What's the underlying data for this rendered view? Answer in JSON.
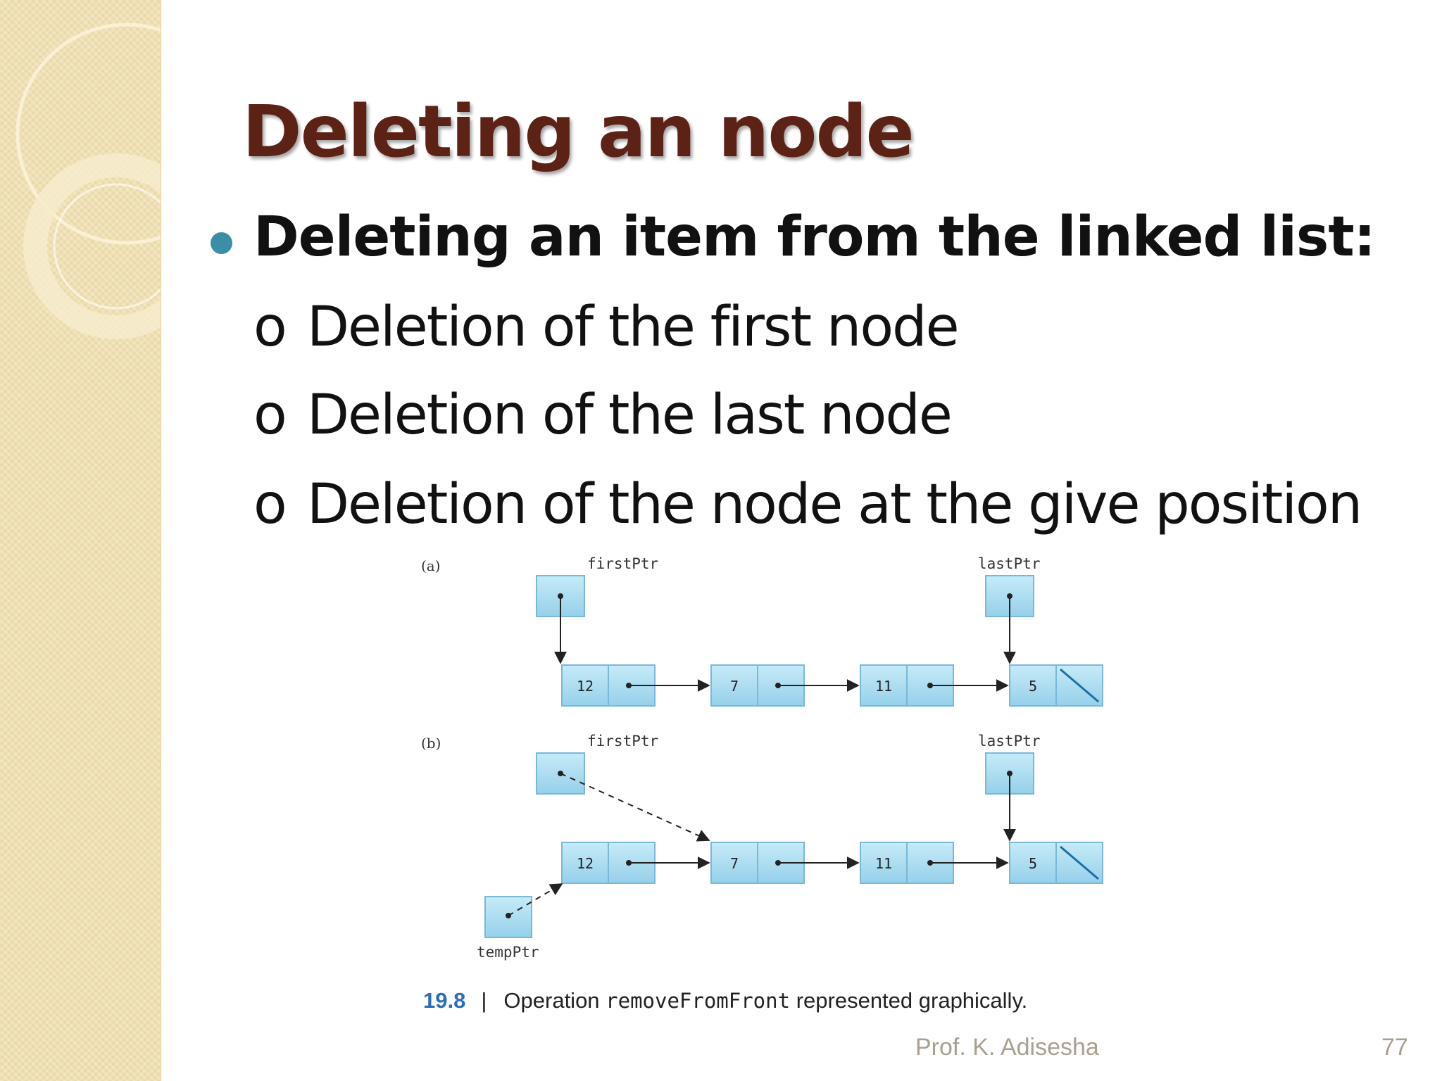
{
  "slide": {
    "title": "Deleting an node",
    "bullet": "Deleting an item from the linked list:",
    "sub_marker": "o",
    "sub_items": [
      "Deletion of the first node",
      "Deletion of the last node",
      "Deletion of the node at the give position"
    ],
    "footer_author": "Prof. K. Adisesha",
    "page_number": "77"
  },
  "diagram": {
    "panels": [
      {
        "label": "(a)",
        "nodes": [
          "12",
          "7",
          "11",
          "5"
        ],
        "pointers": [
          "firstPtr",
          "lastPtr"
        ]
      },
      {
        "label": "(b)",
        "nodes": [
          "12",
          "7",
          "11",
          "5"
        ],
        "pointers": [
          "firstPtr",
          "lastPtr",
          "tempPtr"
        ]
      }
    ],
    "caption": {
      "number": "19.8",
      "separator": "|",
      "text_before": "Operation",
      "code": "removeFromFront",
      "text_after": "represented graphically."
    }
  },
  "colors": {
    "title": "#5c2215",
    "bullet": "#3a8ea5",
    "node_fill": "#aadcef",
    "caption_number": "#2a6ebb"
  }
}
